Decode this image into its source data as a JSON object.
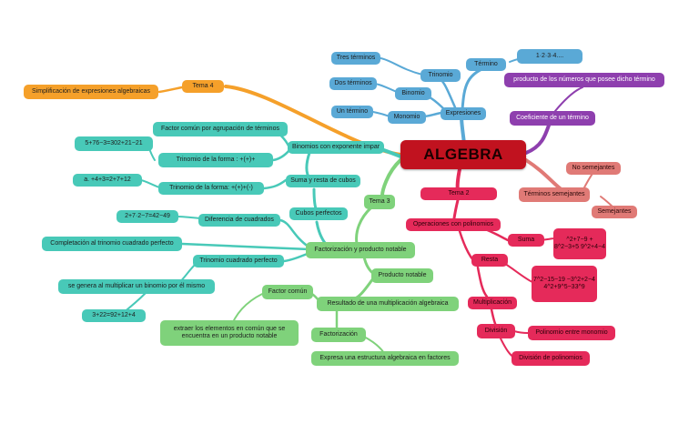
{
  "central": "ALGEBRA",
  "colors": {
    "central": "#c1121f",
    "blue": "#5aa9d6",
    "purple": "#8e3fae",
    "salmon": "#e07a76",
    "red": "#e52a5a",
    "orange": "#f5a02a",
    "teal": "#48c9b8",
    "green": "#7fd27b"
  },
  "expresiones": {
    "label": "Expresiones",
    "termino": "Término",
    "termino_value": "1·2·3·4....",
    "trinomio": "Trinomio",
    "tres_terminos": "Tres términos",
    "binomio": "Binomio",
    "dos_terminos": "Dos términos",
    "monomio": "Monomio",
    "un_termino": "Un término"
  },
  "coeficiente": {
    "label": "Coeficiente de un término",
    "desc": "producto de los números que posee dicho término"
  },
  "semejantes": {
    "label": "Términos semejantes",
    "no": "No semejantes",
    "si": "Semejantes"
  },
  "tema4": {
    "label": "Tema 4",
    "child": "Simplificación de expresiones algebraicas"
  },
  "tema2": {
    "label": "Tema 2",
    "operaciones": "Operaciones con polinomios",
    "suma": "Suma",
    "suma_value": "^2+7−9 + 8^2−3+5 9^2+4−4",
    "resta": "Resta",
    "resta_value": "7^2−15−19 −3^2+2−4 4^2+9^5−33^9",
    "multiplicacion": "Multiplicación",
    "division": "División",
    "pol_monomio": "Polinomio entre monomio",
    "div_polinomios": "División de polinomios"
  },
  "tema3": {
    "label": "Tema 3",
    "binomios_impar": "Binomios con exponente impar",
    "factor_agrupacion": "Factor común por agrupación de términos",
    "trinomio_forma1": "Trinomio de la forma : +(+)+",
    "ejemplo1": "5+76−3=302+21−21",
    "suma_resta_cubos": "Suma y resta de cubos",
    "trinomio_forma2": "Trinomio de la forma: +(+)+(-)",
    "ejemplo2": "a. +4+3=2+7+12",
    "cubos_perfectos": "Cubos perfectos",
    "diferencia_cuadrados": "Diferencia de cuadrados",
    "ejemplo3": "2+7·2−7=42−49",
    "factorizacion_producto": "Factorización y producto notable",
    "completacion": "Completación al trinomio cuadrado perfecto",
    "trinomio_cuadrado": "Trinomio cuadrado perfecto",
    "genera_binomio": "se genera al multiplicar un binomio por él mismo",
    "ejemplo4": "3+22=92+12+4",
    "producto_notable": "Producto notable",
    "resultado_mult": "Resultado de una multiplicación algebraica",
    "factor_comun": "Factor común",
    "extraer": "extraer los elementos en común que se encuentra en un producto notable",
    "factorizacion": "Factorización",
    "expresa": "Expresa una estructura algebraica en factores"
  }
}
